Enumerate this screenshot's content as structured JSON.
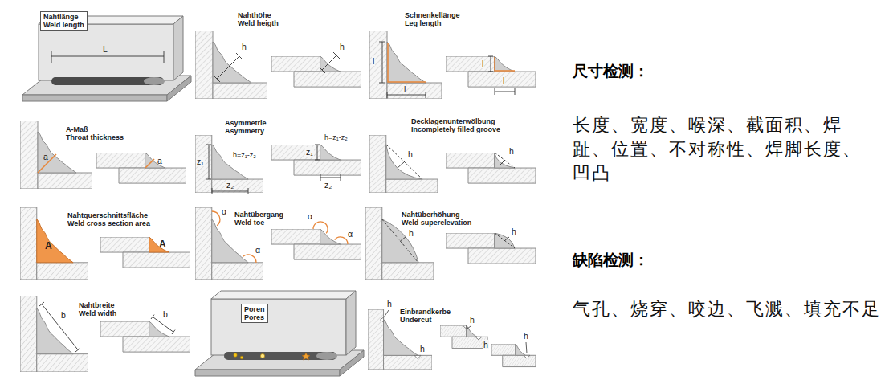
{
  "diagram": {
    "nodes": [
      {
        "text": [
          "Nahtlänge",
          "Weld length"
        ]
      },
      {
        "text": [
          "Poren",
          "Pores"
        ]
      }
    ],
    "labels": [
      "L",
      "Nahthöhe",
      "Weld heigth",
      "h",
      "h",
      "Schnenkellänge",
      "Leg length",
      "l",
      "l",
      "l",
      "l",
      "A-Maß",
      "Throat thickness",
      "a",
      "a",
      "Asymmetrie",
      "Asymmetry",
      "z₁",
      "h=z₁-z₂",
      "z₂",
      "z₁",
      "h=z₁-z₂",
      "z₂",
      "Decklagenunterwölbung",
      "Incompletely filled groove",
      "h",
      "h",
      "Nahtquerschnittsfläche",
      "Weld cross section area",
      "A",
      "A",
      "Nahtübergang",
      "Weld toe",
      "α",
      "α",
      "α",
      "α",
      "Nahtüberhöhung",
      "Weld superelevation",
      "h",
      "h",
      "Nahtbreite",
      "Weld width",
      "b",
      "b",
      "Einbrandkerbe",
      "Undercut",
      "h",
      "h",
      "h",
      "h",
      "h",
      "尺寸检测：",
      "长度、宽度、喉深、截面积、焊趾、位置、不对称性、焊脚长度、凹凸",
      "缺陷检测：",
      "气孔、烧穿、咬边、飞溅、填充不足"
    ]
  }
}
